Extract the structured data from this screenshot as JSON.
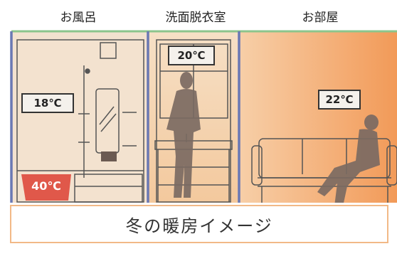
{
  "rooms": {
    "bath": {
      "name": "お風呂",
      "temp": "18℃",
      "bath_temp": "40℃"
    },
    "washroom": {
      "name": "洗面脱衣室",
      "temp": "20℃"
    },
    "room": {
      "name": "お部屋",
      "temp": "22℃"
    }
  },
  "caption": "冬の暖房イメージ",
  "colors": {
    "wall_blue": "#6a78b4",
    "floor_green": "#8cc58c",
    "warm_orange": "#f0a060",
    "bathtub_red": "#e0584a",
    "silhouette": "#7b6a62"
  }
}
